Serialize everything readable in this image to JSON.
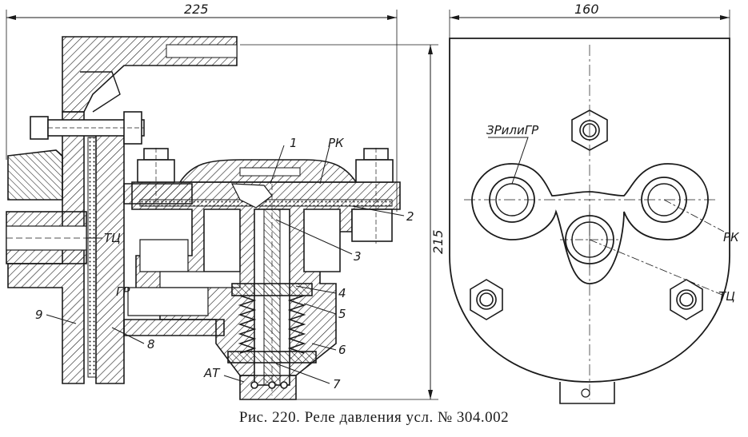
{
  "caption": "Рис. 220. Реле давления усл. № 304.002",
  "dimensions": {
    "width_left": "225",
    "height": "215",
    "width_right": "160"
  },
  "labels_left": {
    "n1": "1",
    "rk": "РК",
    "n2": "2",
    "tc": "ТЦ",
    "n3": "3",
    "gr": "ГР",
    "n4": "4",
    "n5": "5",
    "n6": "6",
    "n9": "9",
    "n8": "8",
    "at": "АТ",
    "n7": "7"
  },
  "labels_right": {
    "zr_gr": "ЗРилиГР",
    "rk": "РК",
    "tc": "ТЦ"
  },
  "colors": {
    "ink": "#1a1a1a",
    "paper": "#ffffff"
  }
}
